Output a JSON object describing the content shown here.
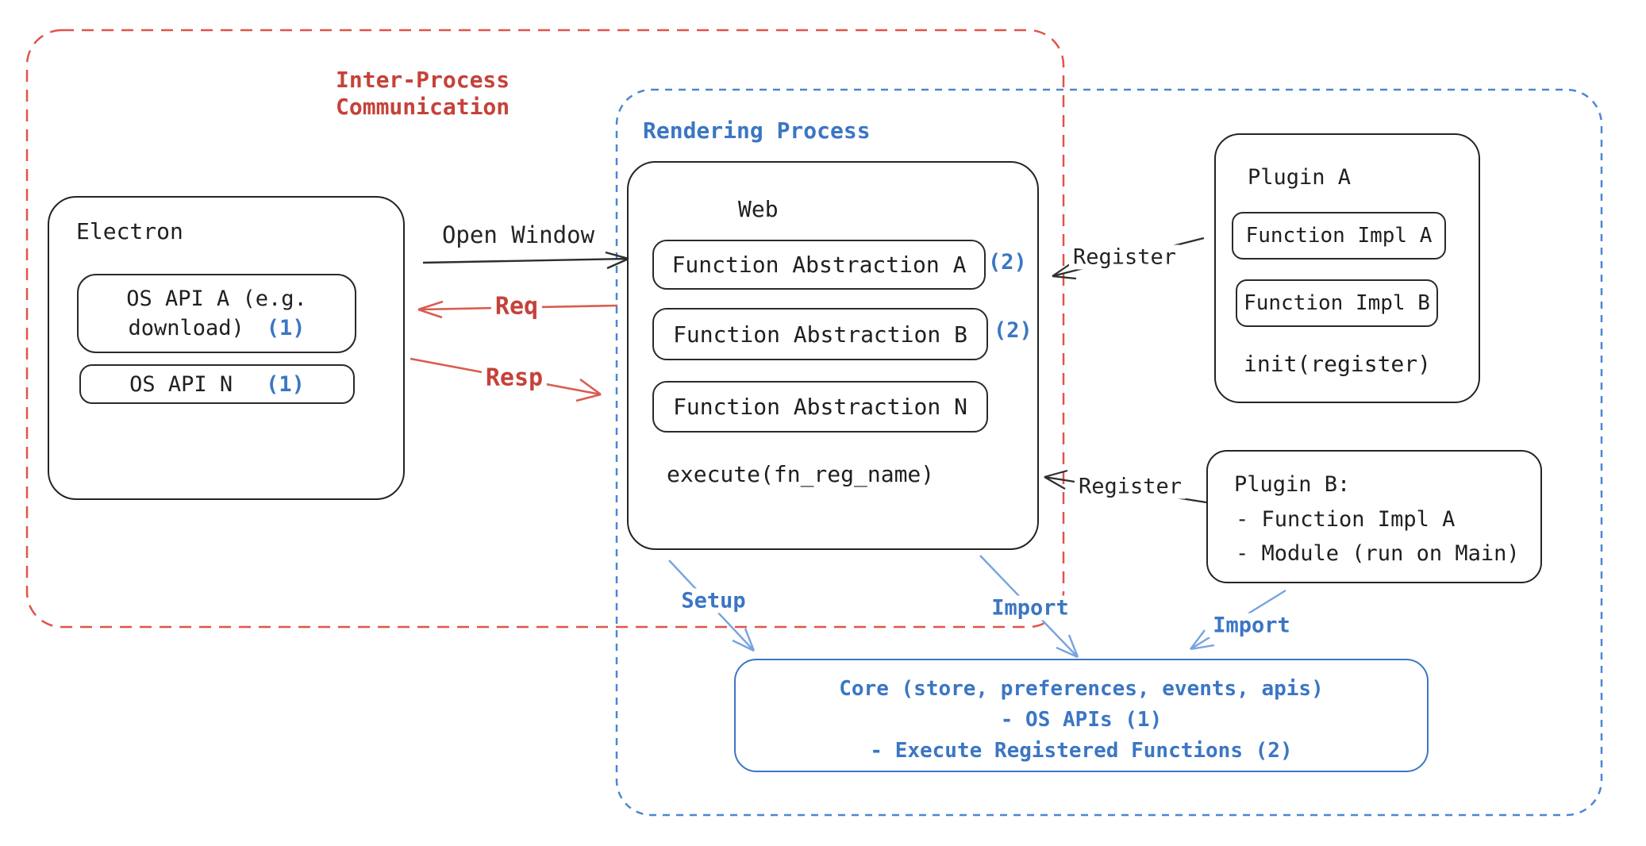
{
  "groups": {
    "ipc": {
      "label": "Inter-Process\nCommunication"
    },
    "rendering": {
      "label": "Rendering Process"
    }
  },
  "electron": {
    "title": "Electron",
    "api_a_line1": "OS API A (e.g.",
    "api_a_line2": "download)",
    "api_a_badge": "(1)",
    "api_n_label": "OS API N",
    "api_n_badge": "(1)"
  },
  "web": {
    "title": "Web",
    "fn_a": "Function Abstraction A",
    "fn_a_badge": "(2)",
    "fn_b": "Function Abstraction B",
    "fn_b_badge": "(2)",
    "fn_n": "Function Abstraction N",
    "footer": "execute(fn_reg_name)"
  },
  "plugin_a": {
    "title": "Plugin A",
    "impl_a": "Function Impl A",
    "impl_b": "Function Impl B",
    "footer": "init(register)"
  },
  "plugin_b": {
    "title": "Plugin B:",
    "line1": "- Function Impl A",
    "line2": "- Module (run on Main)"
  },
  "core": {
    "line1": "Core (store, preferences, events, apis)",
    "line2": "- OS APIs (1)",
    "line3": "- Execute Registered Functions (2)"
  },
  "arrows": {
    "open_window": "Open Window",
    "req": "Req",
    "resp": "Resp",
    "register_a": "Register",
    "register_b": "Register",
    "setup": "Setup",
    "import_web": "Import",
    "import_plugin": "Import"
  },
  "colors": {
    "red_text": "#c5423a",
    "red_dash": "#e05449",
    "red_arrow": "#d95c50",
    "blue_text": "#3b76c4",
    "blue_dash": "#4d86d2",
    "blue_arrow": "#78a3e0",
    "ink": "#2e2e2e"
  }
}
